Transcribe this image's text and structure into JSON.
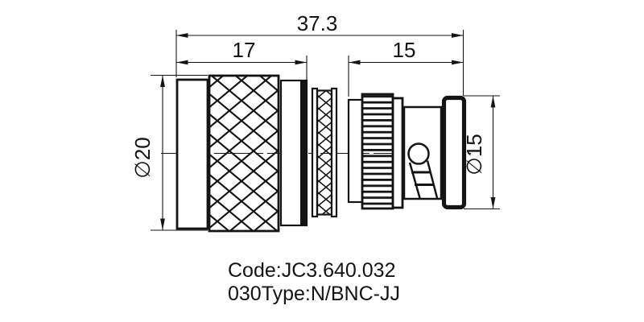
{
  "dimensions": {
    "overall_length": "37.3",
    "body_length": "17",
    "bnc_length": "15",
    "body_diameter": "∅20",
    "bnc_diameter": "∅15"
  },
  "notes": {
    "code_line": "Code:JC3.640.032",
    "type_line": "030Type:N/BNC-JJ"
  },
  "colors": {
    "line": "#141414",
    "background": "#ffffff"
  }
}
